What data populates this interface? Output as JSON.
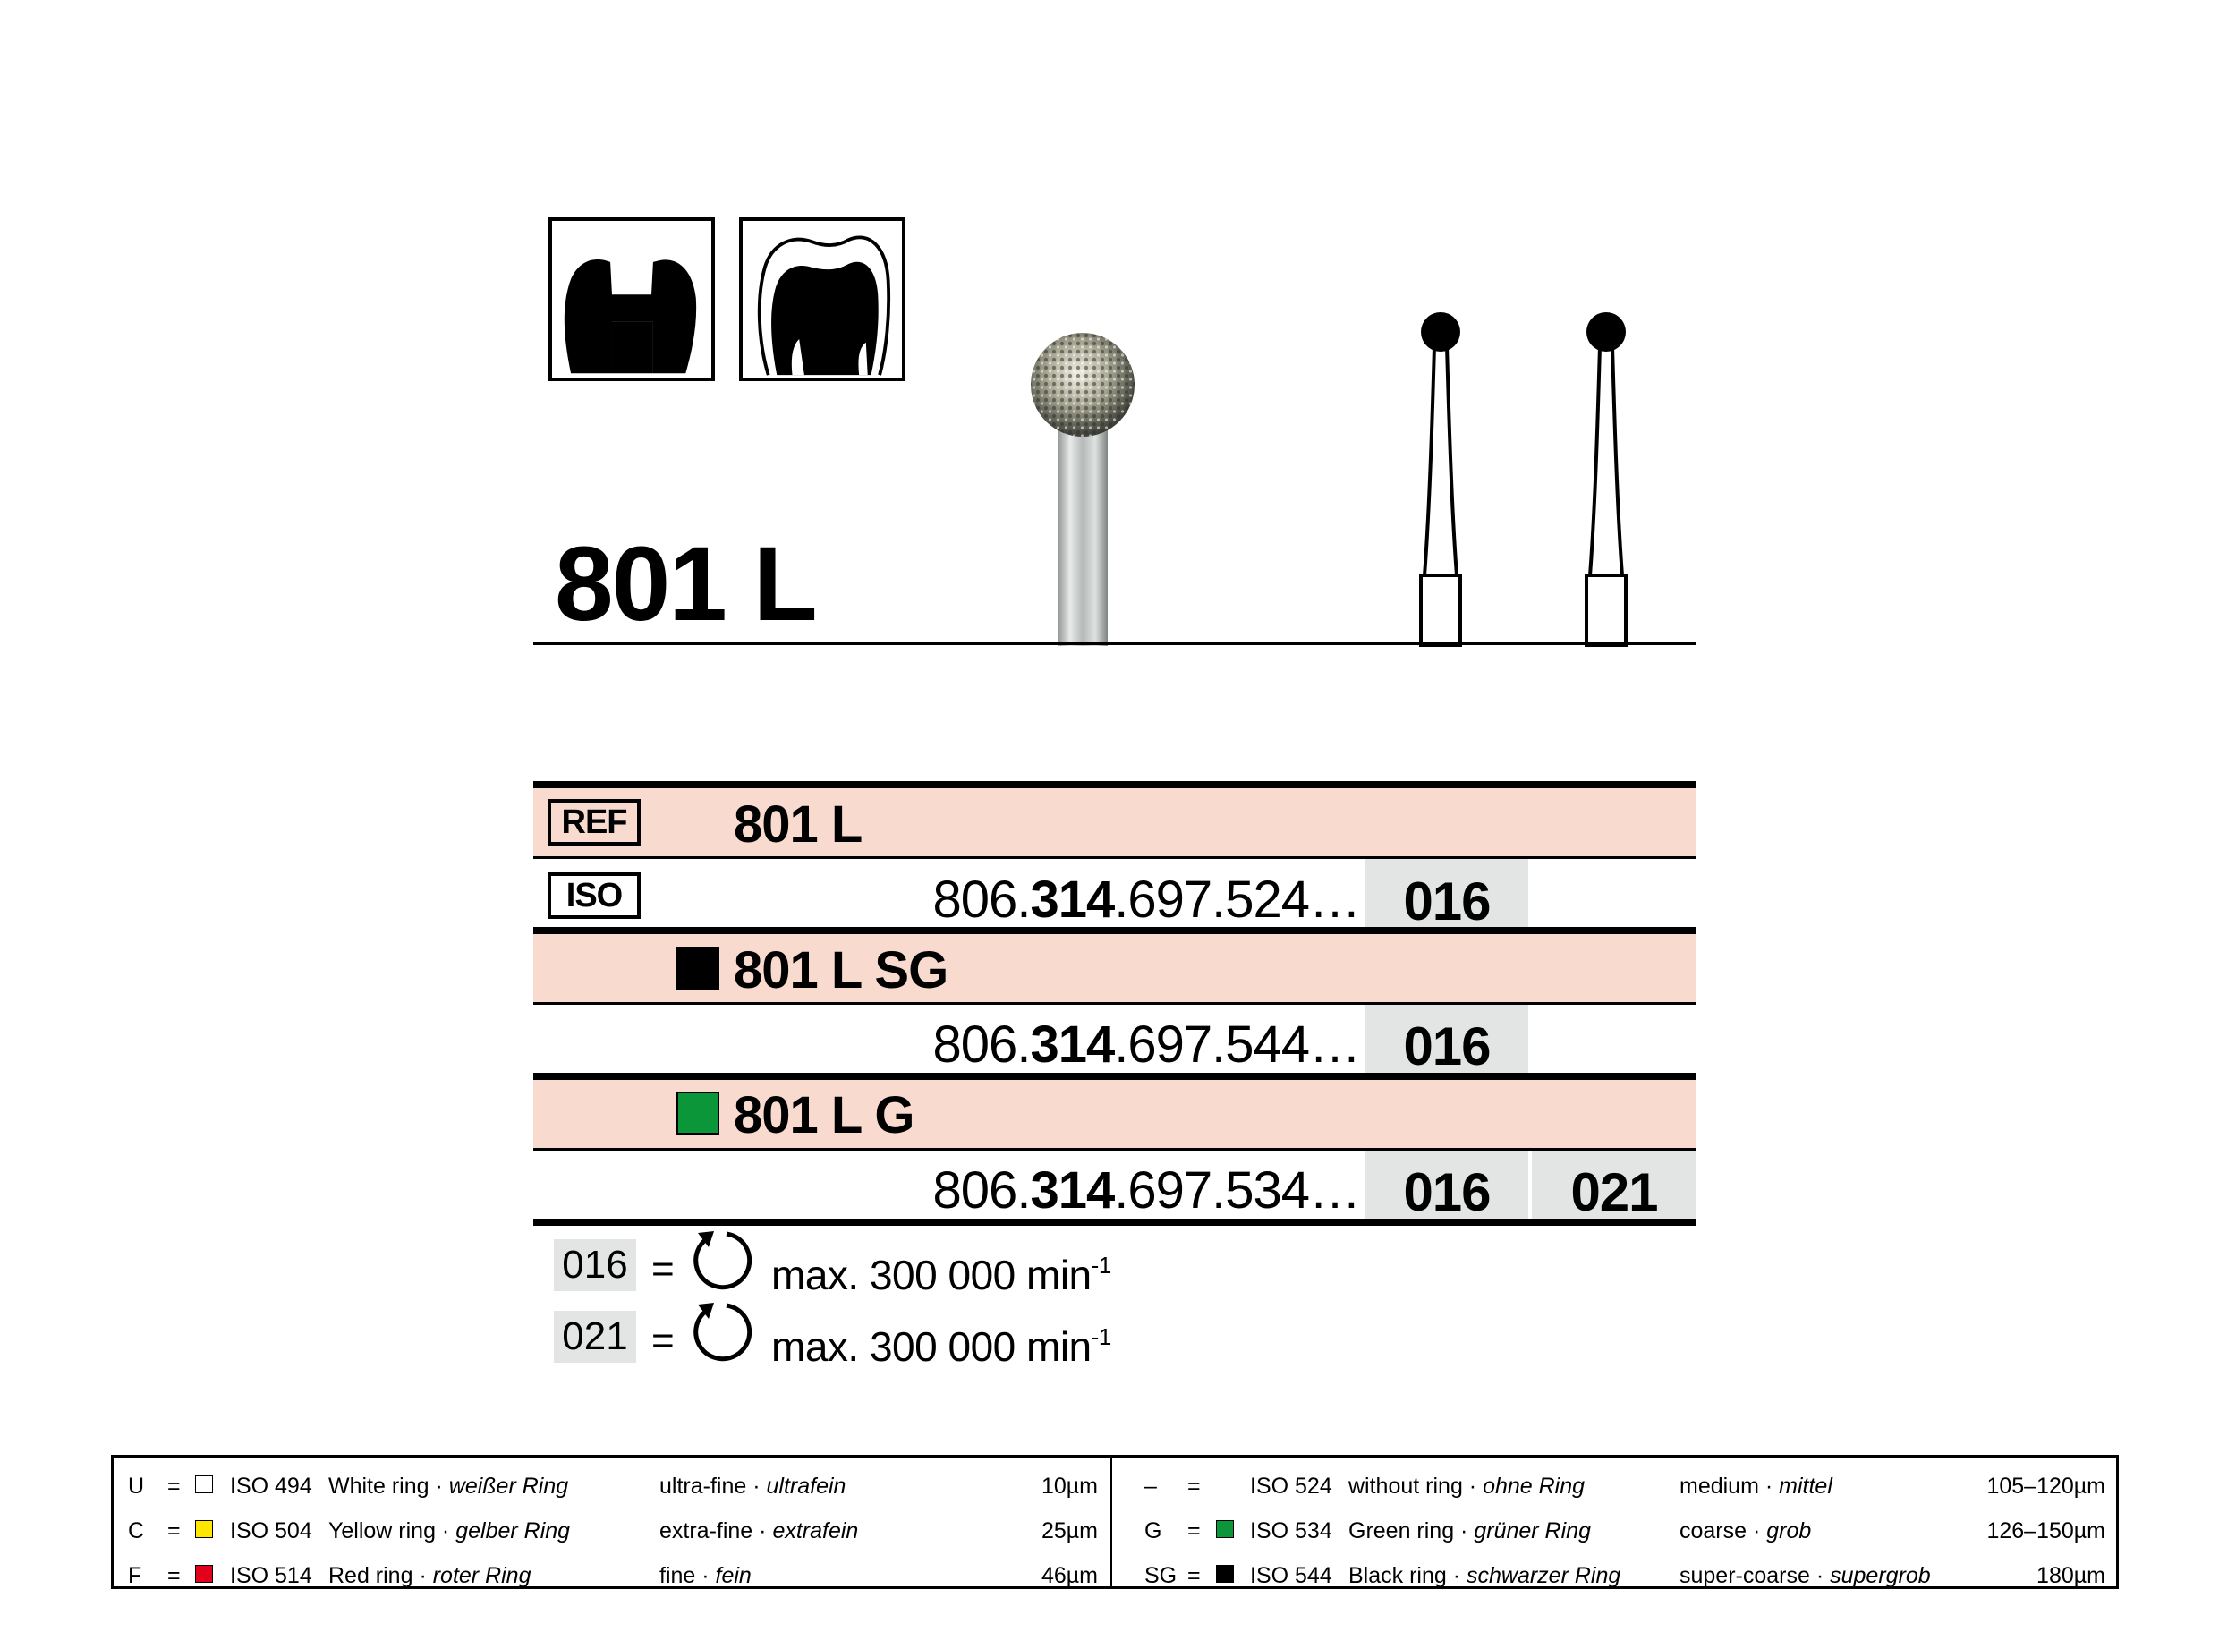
{
  "product": {
    "title": "801 L"
  },
  "table": {
    "rows": [
      {
        "ref": "801 L",
        "iso_prefix": "806.",
        "iso_bold": "314",
        "iso_suffix": ".697.524…",
        "sizes": [
          "016"
        ],
        "ring_color": null
      },
      {
        "ref": "801 L SG",
        "iso_prefix": "806.",
        "iso_bold": "314",
        "iso_suffix": ".697.544…",
        "sizes": [
          "016"
        ],
        "ring_color": "#000000"
      },
      {
        "ref": "801 L G",
        "iso_prefix": "806.",
        "iso_bold": "314",
        "iso_suffix": ".697.534…",
        "sizes": [
          "016",
          "021"
        ],
        "ring_color": "#0a9639"
      }
    ],
    "ref_label": "REF",
    "iso_label": "ISO"
  },
  "speeds": [
    {
      "size": "016",
      "eq": "=",
      "text": "max. 300 000 min",
      "unit_sup": "-1"
    },
    {
      "size": "021",
      "eq": "=",
      "text": "max. 300 000 min",
      "unit_sup": "-1"
    }
  ],
  "legend": {
    "left": [
      {
        "code": "U",
        "eq": "=",
        "color": "#ffffff",
        "iso": "ISO 494",
        "ring": "White ring · ",
        "ring_de": "weißer Ring",
        "grit": "ultra-fine · ",
        "grit_de": "ultrafein",
        "size": "10µm"
      },
      {
        "code": "C",
        "eq": "=",
        "color": "#ffe600",
        "iso": "ISO 504",
        "ring": "Yellow ring · ",
        "ring_de": "gelber Ring",
        "grit": "extra-fine · ",
        "grit_de": "extrafein",
        "size": "25µm"
      },
      {
        "code": "F",
        "eq": "=",
        "color": "#e2001a",
        "iso": "ISO 514",
        "ring": "Red ring · ",
        "ring_de": "roter Ring",
        "grit": "fine · ",
        "grit_de": "fein",
        "size": "46µm"
      }
    ],
    "right": [
      {
        "code": "–",
        "eq": "=",
        "color": null,
        "iso": "ISO 524",
        "ring": "without ring · ",
        "ring_de": "ohne Ring",
        "grit": "medium · ",
        "grit_de": "mittel",
        "size": "105–120µm"
      },
      {
        "code": "G",
        "eq": "=",
        "color": "#0a9639",
        "iso": "ISO 534",
        "ring": "Green ring · ",
        "ring_de": "grüner Ring",
        "grit": "coarse · ",
        "grit_de": "grob",
        "size": "126–150µm"
      },
      {
        "code": "SG",
        "eq": "=",
        "color": "#000000",
        "iso": "ISO 544",
        "ring": "Black ring · ",
        "ring_de": "schwarzer Ring",
        "grit": "super-coarse · ",
        "grit_de": "supergrob",
        "size": "180µm"
      }
    ]
  },
  "colors": {
    "row_pink": "#f9dace",
    "size_cell_gray": "#e3e4e4"
  },
  "icons": [
    "cavity-preparation-icon",
    "crown-preparation-icon",
    "rotation-speed-icon"
  ]
}
